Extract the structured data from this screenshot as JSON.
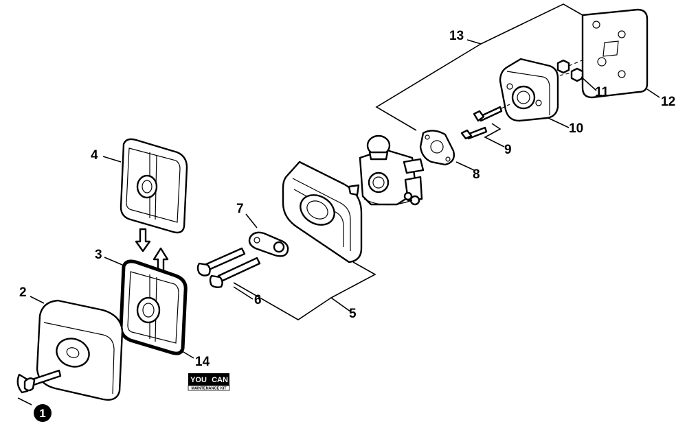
{
  "callouts": [
    {
      "id": "1",
      "text": "1",
      "highlighted": true
    },
    {
      "id": "2",
      "text": "2"
    },
    {
      "id": "3",
      "text": "3"
    },
    {
      "id": "4",
      "text": "4"
    },
    {
      "id": "5",
      "text": "5"
    },
    {
      "id": "6",
      "text": "6"
    },
    {
      "id": "7",
      "text": "7"
    },
    {
      "id": "8",
      "text": "8"
    },
    {
      "id": "9",
      "text": "9"
    },
    {
      "id": "10",
      "text": "10"
    },
    {
      "id": "11",
      "text": "11"
    },
    {
      "id": "12",
      "text": "12"
    },
    {
      "id": "13",
      "text": "13"
    },
    {
      "id": "14",
      "text": "14"
    }
  ],
  "logo": {
    "line1": "YOU",
    "line2": "CAN",
    "subtitle": "MAINTENANCE KIT"
  },
  "colors": {
    "ink": "#000000",
    "paper": "#ffffff"
  }
}
